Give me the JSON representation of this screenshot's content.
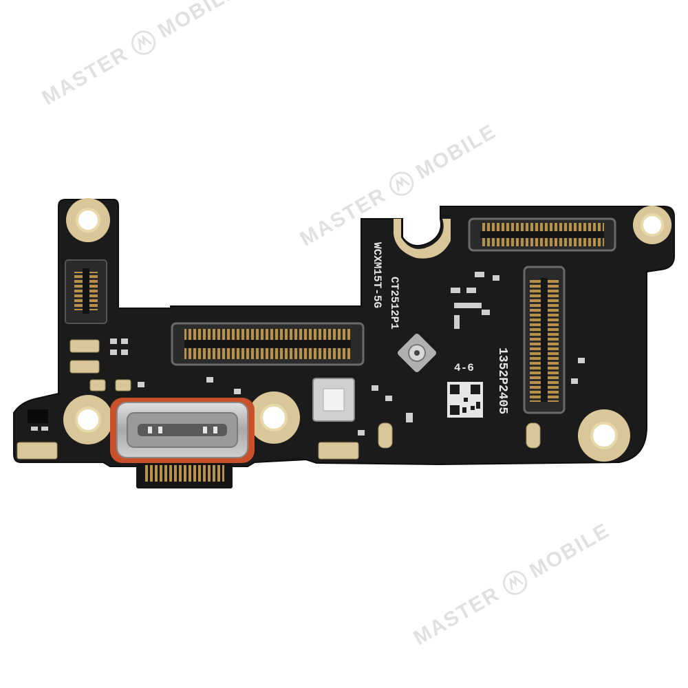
{
  "photo": {
    "subject": "usb-c-charging-port-board",
    "colors": {
      "pcb": "#1b1b1b",
      "pcb_dark": "#111111",
      "gold_pad": "#d9c79a",
      "gold_ring": "#e8d9a8",
      "connector_body": "#2a2a2a",
      "connector_pins": "#b8924a",
      "usb_shell": "#c9c9c9",
      "usb_gasket": "#c8502a",
      "silk": "#e6e6e6",
      "background": "#ffffff",
      "watermark": "#d6d6d6"
    }
  },
  "watermark": {
    "brand_left": "MASTER",
    "brand_right": "MOBILE"
  },
  "silkscreen": {
    "model_line_1": "CT2512P1",
    "model_line_2": "WCXM15T-5G",
    "part_number": "1352P2405",
    "revision": "4-6"
  }
}
